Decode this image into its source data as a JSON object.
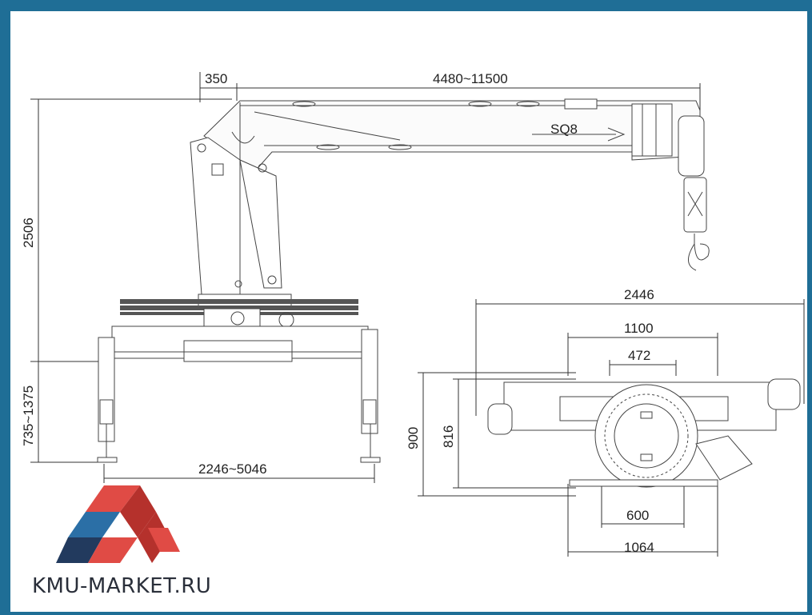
{
  "brand": {
    "name": "KMU-MARKET.RU",
    "colors": {
      "red": "#e04b45",
      "darkred": "#b5312c",
      "blue": "#2b6fa6",
      "navy": "#223a5e"
    }
  },
  "model_label": "SQ8",
  "side_view": {
    "boom_offset": "350",
    "boom_length": "4480~11500",
    "total_height": "2506",
    "outrigger_height": "735~1375",
    "outrigger_span": "2246~5046"
  },
  "top_view": {
    "overall_width": "2446",
    "frame_width": "1100",
    "base_width": "472",
    "depth_outer": "900",
    "depth_inner": "816",
    "mount_inner": "600",
    "mount_outer": "1064"
  },
  "accent": "#1f6e96"
}
